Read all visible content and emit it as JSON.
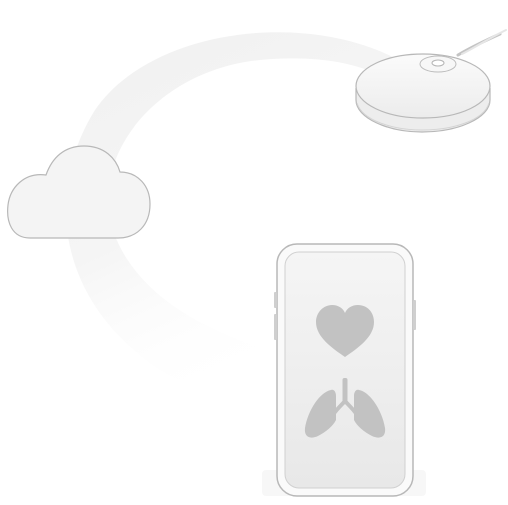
{
  "illustration": {
    "elements": [
      {
        "name": "cloud-icon"
      },
      {
        "name": "sensor-device"
      },
      {
        "name": "data-flow-arc"
      },
      {
        "name": "smartphone"
      },
      {
        "name": "heart-icon"
      },
      {
        "name": "lungs-icon"
      }
    ],
    "colors": {
      "outline": "#b8b8b8",
      "cloud_fill": "#f4f4f4",
      "device_fill": "#f3f3f3",
      "phone_screen": "#eeeeee",
      "icon_fill": "#c0c0c0",
      "arc_fill": "#f1f1f1"
    }
  }
}
